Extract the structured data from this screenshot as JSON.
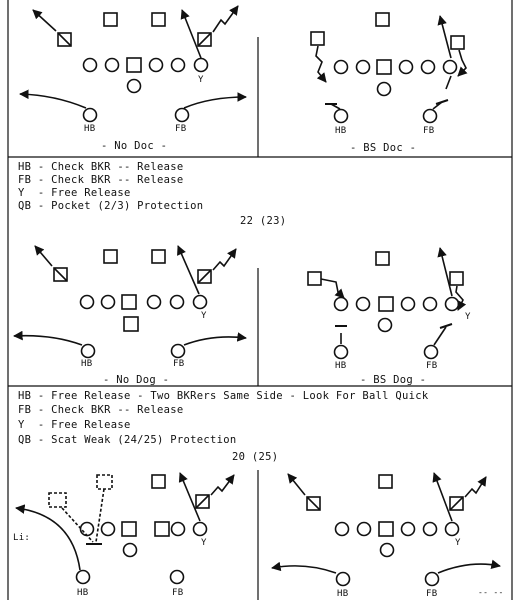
{
  "colors": {
    "ink": "#111111",
    "paper": "#ffffff"
  },
  "page": {
    "counter": "-- --"
  },
  "section1": {
    "left_label": "- No Doc -",
    "right_label": "- BS Doc -",
    "left_players": {
      "hb": "HB",
      "fb": "FB",
      "y": "Y"
    },
    "right_players": {
      "hb": "HB",
      "fb": "FB"
    },
    "notes": [
      "HB - Check BKR -- Release",
      "FB - Check BKR -- Release",
      "Y  - Free Release",
      "QB - Pocket (2/3) Protection"
    ],
    "play_number": "22 (23)"
  },
  "section2": {
    "left_label": "- No Dog -",
    "right_label": "- BS Dog -",
    "left_players": {
      "hb": "HB",
      "fb": "FB",
      "y": "Y"
    },
    "right_players": {
      "hb": "HB",
      "fb": "FB",
      "y": "Y"
    },
    "notes": [
      "HB - Free Release - Two BKRers Same Side - Look For Ball Quick",
      "FB - Check BKR -- Release",
      "Y  - Free Release",
      "QB - Scat Weak (24/25) Protection"
    ],
    "play_number": "20 (25)"
  },
  "section3": {
    "left_players": {
      "hb": "HB",
      "fb": "FB",
      "y": "Y"
    },
    "right_players": {
      "hb": "HB",
      "fb": "FB",
      "y": "Y"
    },
    "side_mark": "Li:"
  }
}
